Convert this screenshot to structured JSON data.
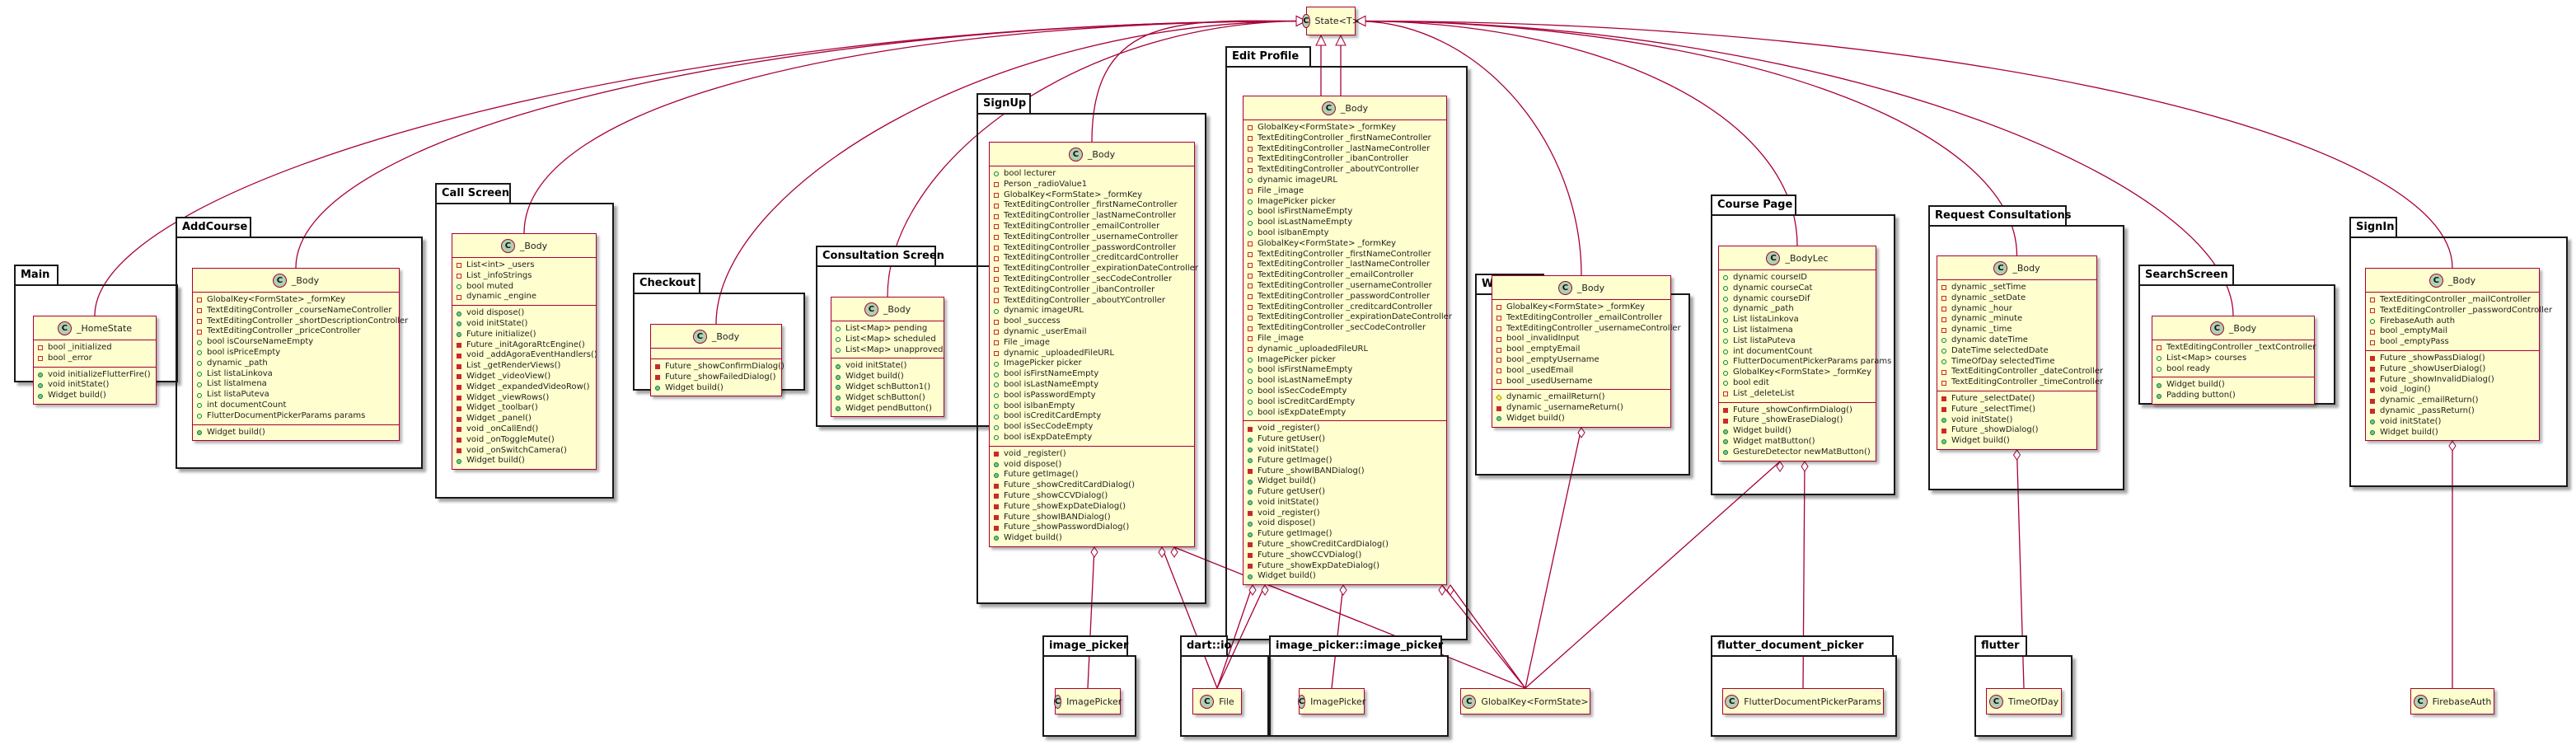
{
  "packages": {
    "main": "Main",
    "addcourse": "AddCourse",
    "callscreen": "Call Screen",
    "checkout": "Checkout",
    "consultation": "Consultation Screen",
    "signup": "SignUp",
    "editprofile": "Edit Profile",
    "welcome": "Welcome",
    "coursepage": "Course Page",
    "requestconsult": "Request Consultations",
    "searchscreen": "SearchScreen",
    "signin": "SignIn",
    "image_picker": "image_picker",
    "dart_io": "dart::io",
    "image_picker_ip": "image_picker::image_picker",
    "flutter_document_picker": "flutter_document_picker",
    "flutter": "flutter"
  },
  "classes": {
    "state": {
      "name": "State<T>"
    },
    "main_homestate": {
      "name": "_HomeState",
      "fields": [
        [
          "pri",
          "bool _initialized"
        ],
        [
          "pri",
          "bool _error"
        ]
      ],
      "methods": [
        [
          "pubm",
          "void initializeFlutterFire()"
        ],
        [
          "pubm",
          "void initState()"
        ],
        [
          "pubm",
          "Widget build()"
        ]
      ]
    },
    "addcourse_body": {
      "name": "_Body",
      "fields": [
        [
          "pri",
          "GlobalKey<FormState> _formKey"
        ],
        [
          "pri",
          "TextEditingController _courseNameController"
        ],
        [
          "pri",
          "TextEditingController _shortDescriptionController"
        ],
        [
          "pri",
          "TextEditingController _priceController"
        ],
        [
          "pub",
          "bool isCourseNameEmpty"
        ],
        [
          "pub",
          "bool isPriceEmpty"
        ],
        [
          "pub",
          "dynamic _path"
        ],
        [
          "pub",
          "List listaLinkova"
        ],
        [
          "pub",
          "List listaImena"
        ],
        [
          "pub",
          "List listaPuteva"
        ],
        [
          "pub",
          "int documentCount"
        ],
        [
          "pub",
          "FlutterDocumentPickerParams params"
        ]
      ],
      "methods": [
        [
          "pubm",
          "Widget build()"
        ]
      ]
    },
    "call_body": {
      "name": "_Body",
      "fields": [
        [
          "pri",
          "List<int> _users"
        ],
        [
          "pri",
          "List _infoStrings"
        ],
        [
          "pub",
          "bool muted"
        ],
        [
          "pri",
          "dynamic _engine"
        ]
      ],
      "methods": [
        [
          "pubm",
          "void dispose()"
        ],
        [
          "pubm",
          "void initState()"
        ],
        [
          "pubm",
          "Future initialize()"
        ],
        [
          "prim",
          "Future _initAgoraRtcEngine()"
        ],
        [
          "prim",
          "void _addAgoraEventHandlers()"
        ],
        [
          "prim",
          "List _getRenderViews()"
        ],
        [
          "prim",
          "Widget _videoView()"
        ],
        [
          "prim",
          "Widget _expandedVideoRow()"
        ],
        [
          "prim",
          "Widget _viewRows()"
        ],
        [
          "prim",
          "Widget _toolbar()"
        ],
        [
          "prim",
          "Widget _panel()"
        ],
        [
          "prim",
          "void _onCallEnd()"
        ],
        [
          "prim",
          "void _onToggleMute()"
        ],
        [
          "prim",
          "void _onSwitchCamera()"
        ],
        [
          "pubm",
          "Widget build()"
        ]
      ]
    },
    "checkout_body": {
      "name": "_Body",
      "fields": [],
      "methods": [
        [
          "prim",
          "Future _showConfirmDialog()"
        ],
        [
          "prim",
          "Future _showFailedDialog()"
        ],
        [
          "pubm",
          "Widget build()"
        ]
      ]
    },
    "consult_body": {
      "name": "_Body",
      "fields": [
        [
          "pub",
          "List<Map> pending"
        ],
        [
          "pub",
          "List<Map> scheduled"
        ],
        [
          "pub",
          "List<Map> unapproved"
        ]
      ],
      "methods": [
        [
          "pubm",
          "void initState()"
        ],
        [
          "pubm",
          "Widget build()"
        ],
        [
          "pubm",
          "Widget schButton1()"
        ],
        [
          "pubm",
          "Widget schButton()"
        ],
        [
          "pubm",
          "Widget pendButton()"
        ]
      ]
    },
    "signup_body": {
      "name": "_Body",
      "fields": [
        [
          "pub",
          "bool lecturer"
        ],
        [
          "pri",
          "Person _radioValue1"
        ],
        [
          "pri",
          "GlobalKey<FormState> _formKey"
        ],
        [
          "pri",
          "TextEditingController _firstNameController"
        ],
        [
          "pri",
          "TextEditingController _lastNameController"
        ],
        [
          "pri",
          "TextEditingController _emailController"
        ],
        [
          "pri",
          "TextEditingController _usernameController"
        ],
        [
          "pri",
          "TextEditingController _passwordController"
        ],
        [
          "pri",
          "TextEditingController _creditcardController"
        ],
        [
          "pri",
          "TextEditingController _expirationDateController"
        ],
        [
          "pri",
          "TextEditingController _secCodeController"
        ],
        [
          "pri",
          "TextEditingController _ibanController"
        ],
        [
          "pri",
          "TextEditingController _aboutYController"
        ],
        [
          "pub",
          "dynamic imageURL"
        ],
        [
          "pri",
          "bool _success"
        ],
        [
          "pri",
          "dynamic _userEmail"
        ],
        [
          "pri",
          "File _image"
        ],
        [
          "pri",
          "dynamic _uploadedFileURL"
        ],
        [
          "pub",
          "ImagePicker picker"
        ],
        [
          "pub",
          "bool isFirstNameEmpty"
        ],
        [
          "pub",
          "bool isLastNameEmpty"
        ],
        [
          "pub",
          "bool isPasswordEmpty"
        ],
        [
          "pub",
          "bool isIbanEmpty"
        ],
        [
          "pub",
          "bool isCreditCardEmpty"
        ],
        [
          "pub",
          "bool isSecCodeEmpty"
        ],
        [
          "pub",
          "bool isExpDateEmpty"
        ]
      ],
      "methods": [
        [
          "prim",
          "void _register()"
        ],
        [
          "pubm",
          "void dispose()"
        ],
        [
          "pubm",
          "Future getImage()"
        ],
        [
          "prim",
          "Future _showCreditCardDialog()"
        ],
        [
          "prim",
          "Future _showCCVDialog()"
        ],
        [
          "prim",
          "Future _showExpDateDialog()"
        ],
        [
          "prim",
          "Future _showIBANDialog()"
        ],
        [
          "prim",
          "Future _showPasswordDialog()"
        ],
        [
          "pubm",
          "Widget build()"
        ]
      ]
    },
    "edit_body": {
      "name": "_Body",
      "fields": [
        [
          "pri",
          "GlobalKey<FormState> _formKey"
        ],
        [
          "pri",
          "TextEditingController _firstNameController"
        ],
        [
          "pri",
          "TextEditingController _lastNameController"
        ],
        [
          "pri",
          "TextEditingController _ibanController"
        ],
        [
          "pri",
          "TextEditingController _aboutYController"
        ],
        [
          "pub",
          "dynamic imageURL"
        ],
        [
          "pri",
          "File _image"
        ],
        [
          "pub",
          "ImagePicker picker"
        ],
        [
          "pub",
          "bool isFirstNameEmpty"
        ],
        [
          "pub",
          "bool isLastNameEmpty"
        ],
        [
          "pub",
          "bool isIbanEmpty"
        ],
        [
          "pri",
          "GlobalKey<FormState> _formKey"
        ],
        [
          "pri",
          "TextEditingController _firstNameController"
        ],
        [
          "pri",
          "TextEditingController _lastNameController"
        ],
        [
          "pri",
          "TextEditingController _emailController"
        ],
        [
          "pri",
          "TextEditingController _usernameController"
        ],
        [
          "pri",
          "TextEditingController _passwordController"
        ],
        [
          "pri",
          "TextEditingController _creditcardController"
        ],
        [
          "pri",
          "TextEditingController _expirationDateController"
        ],
        [
          "pri",
          "TextEditingController _secCodeController"
        ],
        [
          "pri",
          "File _image"
        ],
        [
          "pri",
          "dynamic _uploadedFileURL"
        ],
        [
          "pub",
          "ImagePicker picker"
        ],
        [
          "pub",
          "bool isFirstNameEmpty"
        ],
        [
          "pub",
          "bool isLastNameEmpty"
        ],
        [
          "pub",
          "bool isSecCodeEmpty"
        ],
        [
          "pub",
          "bool isCreditCardEmpty"
        ],
        [
          "pub",
          "bool isExpDateEmpty"
        ]
      ],
      "methods": [
        [
          "prim",
          "void _register()"
        ],
        [
          "pubm",
          "Future getUser()"
        ],
        [
          "pubm",
          "void initState()"
        ],
        [
          "pubm",
          "Future getImage()"
        ],
        [
          "prim",
          "Future _showIBANDialog()"
        ],
        [
          "pubm",
          "Widget build()"
        ],
        [
          "pubm",
          "Future getUser()"
        ],
        [
          "pubm",
          "void initState()"
        ],
        [
          "prim",
          "void _register()"
        ],
        [
          "pubm",
          "void dispose()"
        ],
        [
          "pubm",
          "Future getImage()"
        ],
        [
          "prim",
          "Future _showCreditCardDialog()"
        ],
        [
          "prim",
          "Future _showCCVDialog()"
        ],
        [
          "prim",
          "Future _showExpDateDialog()"
        ],
        [
          "pubm",
          "Widget build()"
        ]
      ]
    },
    "welcome_body": {
      "name": "_Body",
      "fields": [
        [
          "pri",
          "GlobalKey<FormState> _formKey"
        ],
        [
          "pri",
          "TextEditingController _emailController"
        ],
        [
          "pri",
          "TextEditingController _usernameController"
        ],
        [
          "pri",
          "bool _invalidInput"
        ],
        [
          "pri",
          "bool _emptyEmail"
        ],
        [
          "pri",
          "bool _emptyUsername"
        ],
        [
          "pri",
          "bool _usedEmail"
        ],
        [
          "pri",
          "bool _usedUsername"
        ]
      ],
      "methods": [
        [
          "prom",
          "dynamic _emailReturn()"
        ],
        [
          "prim",
          "dynamic _usernameReturn()"
        ],
        [
          "pubm",
          "Widget build()"
        ]
      ]
    },
    "course_bodylec": {
      "name": "_BodyLec",
      "fields": [
        [
          "pub",
          "dynamic courseID"
        ],
        [
          "pub",
          "dynamic courseCat"
        ],
        [
          "pub",
          "dynamic courseDif"
        ],
        [
          "pub",
          "dynamic _path"
        ],
        [
          "pub",
          "List listaLinkova"
        ],
        [
          "pub",
          "List listaImena"
        ],
        [
          "pub",
          "List listaPuteva"
        ],
        [
          "pub",
          "int documentCount"
        ],
        [
          "pub",
          "FlutterDocumentPickerParams params"
        ],
        [
          "pub",
          "GlobalKey<FormState> _formKey"
        ],
        [
          "pub",
          "bool edit"
        ],
        [
          "pri",
          "List _deleteList"
        ]
      ],
      "methods": [
        [
          "prim",
          "Future _showConfirmDialog()"
        ],
        [
          "prim",
          "Future _showEraseDialog()"
        ],
        [
          "pubm",
          "Widget build()"
        ],
        [
          "pubm",
          "Widget matButton()"
        ],
        [
          "pubm",
          "GestureDetector newMatButton()"
        ]
      ]
    },
    "request_body": {
      "name": "_Body",
      "fields": [
        [
          "pri",
          "dynamic _setTime"
        ],
        [
          "pri",
          "dynamic _setDate"
        ],
        [
          "pri",
          "dynamic _hour"
        ],
        [
          "pri",
          "dynamic _minute"
        ],
        [
          "pri",
          "dynamic _time"
        ],
        [
          "pub",
          "dynamic dateTime"
        ],
        [
          "pub",
          "DateTime selectedDate"
        ],
        [
          "pub",
          "TimeOfDay selectedTime"
        ],
        [
          "pri",
          "TextEditingController _dateController"
        ],
        [
          "pri",
          "TextEditingController _timeController"
        ]
      ],
      "methods": [
        [
          "prim",
          "Future _selectDate()"
        ],
        [
          "prim",
          "Future _selectTime()"
        ],
        [
          "pubm",
          "void initState()"
        ],
        [
          "prim",
          "Future _showDialog()"
        ],
        [
          "pubm",
          "Widget build()"
        ]
      ]
    },
    "search_body": {
      "name": "_Body",
      "fields": [
        [
          "pri",
          "TextEditingController _textController"
        ],
        [
          "pub",
          "List<Map> courses"
        ],
        [
          "pub",
          "bool ready"
        ]
      ],
      "methods": [
        [
          "pubm",
          "Widget build()"
        ],
        [
          "pubm",
          "Padding button()"
        ]
      ]
    },
    "signin_body": {
      "name": "_Body",
      "fields": [
        [
          "pri",
          "TextEditingController _mailController"
        ],
        [
          "pri",
          "TextEditingController _passwordController"
        ],
        [
          "pub",
          "FirebaseAuth auth"
        ],
        [
          "pri",
          "bool _emptyMail"
        ],
        [
          "pri",
          "bool _emptyPass"
        ]
      ],
      "methods": [
        [
          "prim",
          "Future _showPassDialog()"
        ],
        [
          "prim",
          "Future _showUserDialog()"
        ],
        [
          "prim",
          "Future _showInvalidDialog()"
        ],
        [
          "prim",
          "void _login()"
        ],
        [
          "prim",
          "dynamic _emailReturn()"
        ],
        [
          "prim",
          "dynamic _passReturn()"
        ],
        [
          "pubm",
          "void initState()"
        ],
        [
          "pubm",
          "Widget build()"
        ]
      ]
    },
    "ext_imagepicker": {
      "name": "ImagePicker"
    },
    "ext_file": {
      "name": "File"
    },
    "ext_imagepicker2": {
      "name": "ImagePicker"
    },
    "ext_globalkey": {
      "name": "GlobalKey<FormState>"
    },
    "ext_fdpp": {
      "name": "FlutterDocumentPickerParams"
    },
    "ext_timeofday": {
      "name": "TimeOfDay"
    },
    "ext_firebaseauth": {
      "name": "FirebaseAuth"
    }
  },
  "colors": {
    "class_fill": "#FEFECE",
    "class_border": "#A80036",
    "badge_fill": "#ADD1B2",
    "edge": "#A80036",
    "package_border": "#181818"
  }
}
